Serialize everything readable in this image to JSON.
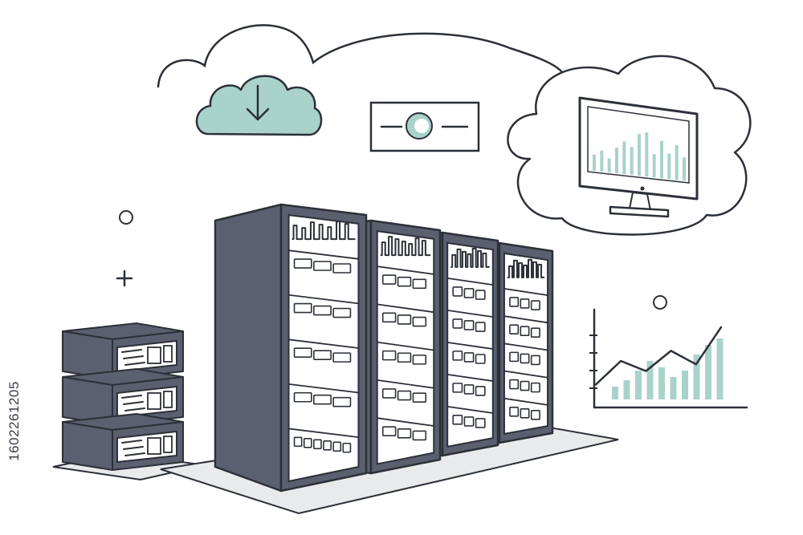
{
  "stock_id": "1602261205",
  "palette": {
    "stroke": "#2c3038",
    "dark_fill": "#5b6070",
    "accent": "#a9d2cb",
    "floor": "#e9eaec",
    "background": "#ffffff"
  },
  "elements": {
    "download_cloud": "download-icon",
    "monitor": "bar-chart-display",
    "trend_chart": "line-and-bar-chart",
    "toggle": "progress-slider-icon"
  },
  "monitor_bars": [
    0.35,
    0.45,
    0.3,
    0.55,
    0.7,
    0.6,
    0.9,
    0.95,
    0.5,
    0.8,
    0.55,
    0.75,
    0.5
  ],
  "trend_bars": [
    0.2,
    0.3,
    0.45,
    0.6,
    0.5,
    0.35,
    0.45,
    0.7,
    0.85,
    0.95
  ],
  "trend_line": [
    0.15,
    0.5,
    0.35,
    0.65,
    0.45,
    1.0
  ]
}
